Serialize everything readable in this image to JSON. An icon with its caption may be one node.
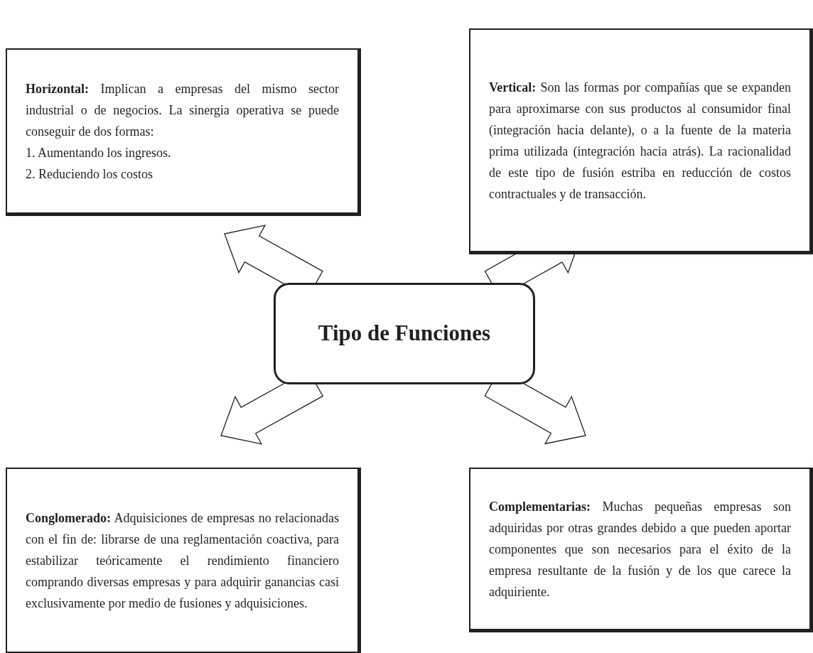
{
  "diagram": {
    "nodes": [
      {
        "text": [
          "**Horizontal:** Implican a empresas del mismo sector industrial o de negocios. La sinergia operativa se puede conseguir de dos formas:",
          "1. Aumentando los ingresos.",
          "2. Reduciendo los costos"
        ]
      },
      {
        "text": [
          "**Vertical:** Son las formas por compañías que se expanden para aproximarse con sus productos al consumidor final (integración hacia delante), o a la fuente de la materia prima utilizada (integración hacia atrás). La racionalidad de este tipo de fusión estriba en reducción de costos contractuales y de transacción."
        ]
      },
      {
        "text": [
          "Tipo de Funciones"
        ]
      },
      {
        "text": [
          "**Conglomerado:** Adquisiciones de empresas no relacionadas con el fin de: librarse de una reglamentación coactiva, para estabilizar teóricamente el rendimiento financiero comprando diversas empresas y para adquirir ganancias casi exclusivamente por medio de fusiones y adquisiciones."
        ]
      },
      {
        "text": [
          "**Complementarias:** Muchas pequeñas empresas son adquiridas por otras grandes debido a que pueden aportar componentes que son necesarios para el éxito de la empresa resultante de la fusión y de los que carece la adquiriente."
        ]
      }
    ],
    "edges": [
      {
        "from": 2,
        "to": 0,
        "arrow": "to"
      },
      {
        "from": 2,
        "to": 1,
        "arrow": "to"
      },
      {
        "from": 2,
        "to": 3,
        "arrow": "to"
      },
      {
        "from": 2,
        "to": 4,
        "arrow": "to"
      }
    ]
  }
}
